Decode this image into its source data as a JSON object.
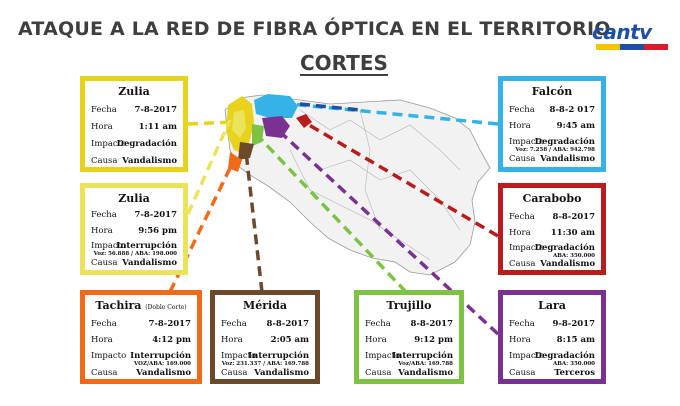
{
  "header": {
    "title": "ATAQUE A LA RED DE FIBRA ÓPTICA EN EL TERRITORIO",
    "subtitle": "CORTES",
    "logo": "cantv"
  },
  "labels": {
    "fecha": "Fecha",
    "hora": "Hora",
    "impacto": "Impacto",
    "causa": "Causa"
  },
  "colors": {
    "zulia1": "#e8d21c",
    "falcon": "#35b3e6",
    "zulia2": "#ebe35a",
    "carabobo": "#b81c1c",
    "tachira": "#f16a1a",
    "merida": "#6b4a2b",
    "trujillo": "#7dc243",
    "lara": "#7a3192"
  },
  "cards": {
    "zulia1": {
      "name": "Zulia",
      "fecha": "7-8-2017",
      "hora": "1:11 am",
      "impacto": "Degradación",
      "causa": "Vandalismo"
    },
    "zulia2": {
      "name": "Zulia",
      "fecha": "7-8-2017",
      "hora": "9:56 pm",
      "impacto": "Interrupción",
      "detail": "Voz: 56.888 / ABA: 198.000",
      "causa": "Vandalismo"
    },
    "tachira": {
      "name": "Tachira",
      "note": "(Doble Corte)",
      "fecha": "7-8-2017",
      "hora": "4:12 pm",
      "impacto": "Interrupción",
      "detail": "VOZ/ABA: 169.000",
      "causa": "Vandalismo"
    },
    "merida": {
      "name": "Mérida",
      "fecha": "8-8-2017",
      "hora": "2:05 am",
      "impacto": "Interrupción",
      "detail": "Voz: 231.337 / ABA: 169.788",
      "causa": "Vandalismo"
    },
    "trujillo": {
      "name": "Trujillo",
      "fecha": "8-8-2017",
      "hora": "9:12 pm",
      "impacto": "Interrupción",
      "detail": "Voz/ABA: 169.788",
      "causa": "Vandalismo"
    },
    "falcon": {
      "name": "Falcón",
      "fecha": "8-8-2 017",
      "hora": "9:45 am",
      "impacto": "Degradación",
      "detail": "Voz: 7.258 / ABA: 942.798",
      "causa": "Vandalismo"
    },
    "carabobo": {
      "name": "Carabobo",
      "fecha": "8-8-2017",
      "hora": "11:30 am",
      "impacto": "Degradación",
      "detail": "ABA: 350.000",
      "causa": "Vandalismo"
    },
    "lara": {
      "name": "Lara",
      "fecha": "9-8-2017",
      "hora": "8:15 am",
      "impacto": "Degradación",
      "detail": "ABA: 350.000",
      "causa": "Terceros"
    }
  }
}
